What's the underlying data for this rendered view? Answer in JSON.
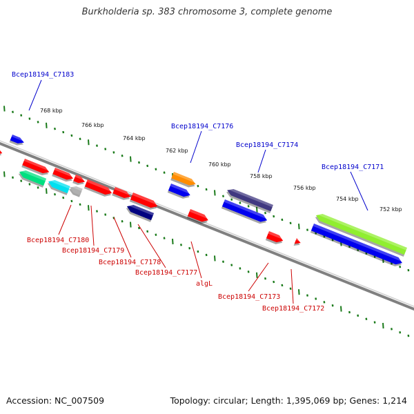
{
  "title": "Burkholderia sp. 383 chromosome 3, complete genome",
  "footer": {
    "accession": "Accession: NC_007509",
    "topology": "Topology: circular; Length: 1,395,069 bp; Genes: 1,214"
  },
  "colors": {
    "backbone": "#808080",
    "tick": "#1a7a1a",
    "label_top": "#0000cc",
    "label_bottom": "#cc0000"
  },
  "scale_labels": [
    "768 kbp",
    "766 kbp",
    "764 kbp",
    "762 kbp",
    "760 kbp",
    "758 kbp",
    "756 kbp",
    "754 kbp",
    "752 kbp"
  ],
  "top_labels": [
    "Bcep18194_C7183",
    "Bcep18194_C7176",
    "Bcep18194_C7174",
    "Bcep18194_C7171"
  ],
  "bottom_labels": [
    "Bcep18194_C7180",
    "Bcep18194_C7179",
    "Bcep18194_C7178",
    "Bcep18194_C7177",
    "algL",
    "Bcep18194_C7173",
    "Bcep18194_C7172"
  ],
  "genes": [
    {
      "color": "#0000ee"
    },
    {
      "color": "#ff0000"
    },
    {
      "color": "#ff0000"
    },
    {
      "color": "#00e080"
    },
    {
      "color": "#ff0000"
    },
    {
      "color": "#00e0f0"
    },
    {
      "color": "#ff0000"
    },
    {
      "color": "#b0b0b0"
    },
    {
      "color": "#ff0000"
    },
    {
      "color": "#ff0000"
    },
    {
      "color": "#ff0000"
    },
    {
      "color": "#000080"
    },
    {
      "color": "#ff8c00"
    },
    {
      "color": "#0000ee"
    },
    {
      "color": "#ff0000"
    },
    {
      "color": "#403880"
    },
    {
      "color": "#0000ee"
    },
    {
      "color": "#ff0000"
    },
    {
      "color": "#ff0000"
    },
    {
      "color": "#90ee30"
    },
    {
      "color": "#0000ee"
    }
  ]
}
